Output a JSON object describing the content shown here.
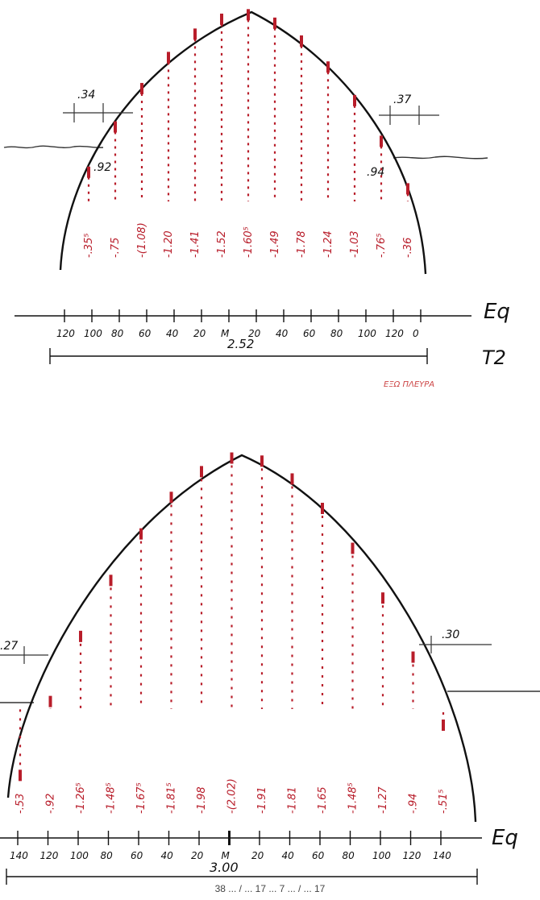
{
  "colors": {
    "ink": "#111111",
    "red": "#b81d2a"
  },
  "top": {
    "axis_label": "Eq",
    "t_label": "T2",
    "left_mark": ".34",
    "right_mark": ".37",
    "left_h": ".92",
    "right_h": ".94",
    "ticks": [
      "120",
      "100",
      "80",
      "60",
      "40",
      "20",
      "M",
      "20",
      "40",
      "60",
      "80",
      "100",
      "120",
      "0"
    ],
    "values": [
      "-.35⁵",
      "-.75",
      "-(1.08)",
      "-1.20",
      "-1.41",
      "-1.52",
      "-1.60⁵",
      "-1.49",
      "-1.78",
      "-1.24",
      "-1.03",
      "-.76⁵",
      "-.36"
    ],
    "span": "2.52",
    "note": "ΕΞΩ ΠΛΕΥΡΑ"
  },
  "bottom": {
    "axis_label": "Eq",
    "left_mark": ".27",
    "right_mark": ".30",
    "ticks": [
      "140",
      "120",
      "100",
      "80",
      "60",
      "40",
      "20",
      "M",
      "20",
      "40",
      "60",
      "80",
      "100",
      "120",
      "140"
    ],
    "values": [
      "-.53",
      "-.92",
      "-1.26⁵",
      "-1.48⁵",
      "-1.67⁵",
      "-1.81⁵",
      "-1.98",
      "-(2.02)",
      "-1.91",
      "-1.81",
      "-1.65",
      "-1.48⁵",
      "-1.27",
      "-.94",
      "-.51⁵"
    ],
    "span": "3.00"
  },
  "caption": "38 ... / ... 17 ... 7 ... / ... 17"
}
